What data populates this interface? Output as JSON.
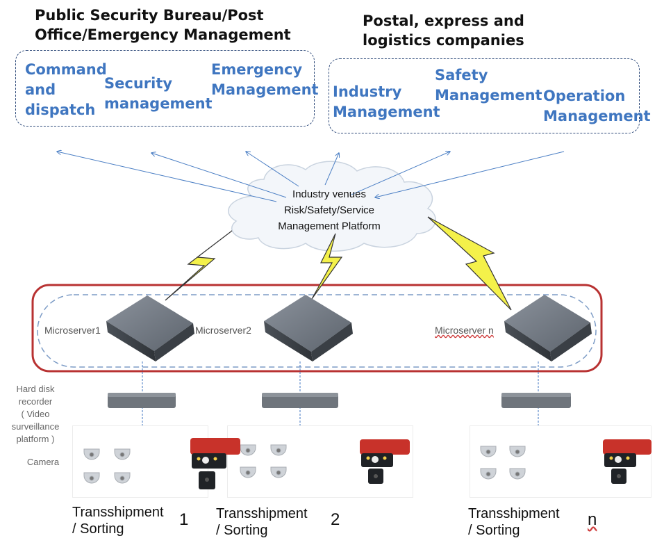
{
  "headers": {
    "left": [
      "Public Security Bureau/Post",
      "Office/Emergency Management"
    ],
    "right": [
      "Postal, express and",
      "logistics companies"
    ]
  },
  "left_functions": {
    "command": [
      "Command",
      "and",
      "dispatch"
    ],
    "security": [
      "Security",
      "management"
    ],
    "emergency": [
      "Emergency",
      "Management"
    ]
  },
  "right_functions": {
    "industry": [
      "Industry",
      "Management"
    ],
    "safety": [
      "Safety",
      "Management"
    ],
    "operation": [
      "Operation",
      "Management"
    ]
  },
  "platform": {
    "lines": [
      "Industry venues",
      "Risk/Safety/Service",
      "Management Platform"
    ]
  },
  "microservers": [
    "Microserver1",
    "Microserver2",
    "Microserver n"
  ],
  "side_labels": {
    "recorder": [
      "Hard disk",
      "recorder",
      "( Video",
      "surveillance",
      "platform )"
    ],
    "camera": "Camera"
  },
  "sites": [
    {
      "label": [
        "Transshipment",
        "/ Sorting"
      ],
      "number": "1"
    },
    {
      "label": [
        "Transshipment",
        "/ Sorting"
      ],
      "number": "2"
    },
    {
      "label": [
        "Transshipment",
        "/ Sorting"
      ],
      "number": "n"
    }
  ],
  "colors": {
    "accent_blue": "#3f76c0",
    "dashed_border": "#2e4a7a",
    "red_frame": "#b83232",
    "lightning": "#f4f14a",
    "camera_red": "#c8322a"
  }
}
